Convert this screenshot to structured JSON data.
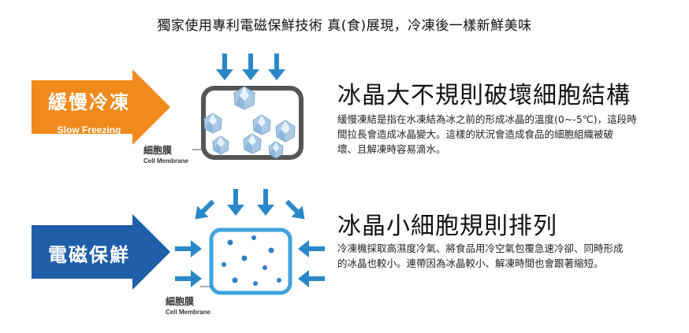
{
  "headline": "獨家使用專利電磁保鮮技術 真(食)展現，冷凍後一樣新鮮美味",
  "colors": {
    "slow_arrow": "#f08a1c",
    "magnetic_arrow": "#1f5ea8",
    "blue_arrow": "#2a88c8",
    "cell_box_slow": "#555555",
    "cell_box_magnetic": "#3ea3dc",
    "crystal": "#a9c9e6",
    "dot": "#2f7fc4"
  },
  "slow": {
    "label_zh": "緩慢冷凍",
    "label_en": "Slow Freezing",
    "membrane_zh": "細胞膜",
    "membrane_en": "Cell Membrane",
    "heading": "冰晶大不規則破壞細胞結構",
    "desc_lines": [
      "緩慢凍結是指在水凍結為冰之前的形成冰晶的溫度(0~-5℃)，這段時",
      "間拉長會造成冰晶變大。這樣的狀況會造成食品的細胞組織被破",
      "壞、且解凍時容易滴水。"
    ]
  },
  "magnetic": {
    "label_zh": "電磁保鮮",
    "membrane_zh": "細胞膜",
    "membrane_en": "Cell Membrane",
    "heading": "冰晶小細胞規則排列",
    "desc_lines": [
      "冷凍機採取高濕度冷氣、將食品用冷空氣包覆急速冷卻、同時形成",
      "的冰晶也較小。連帶因為冰晶較小、解凍時間也會跟著縮短。"
    ]
  }
}
